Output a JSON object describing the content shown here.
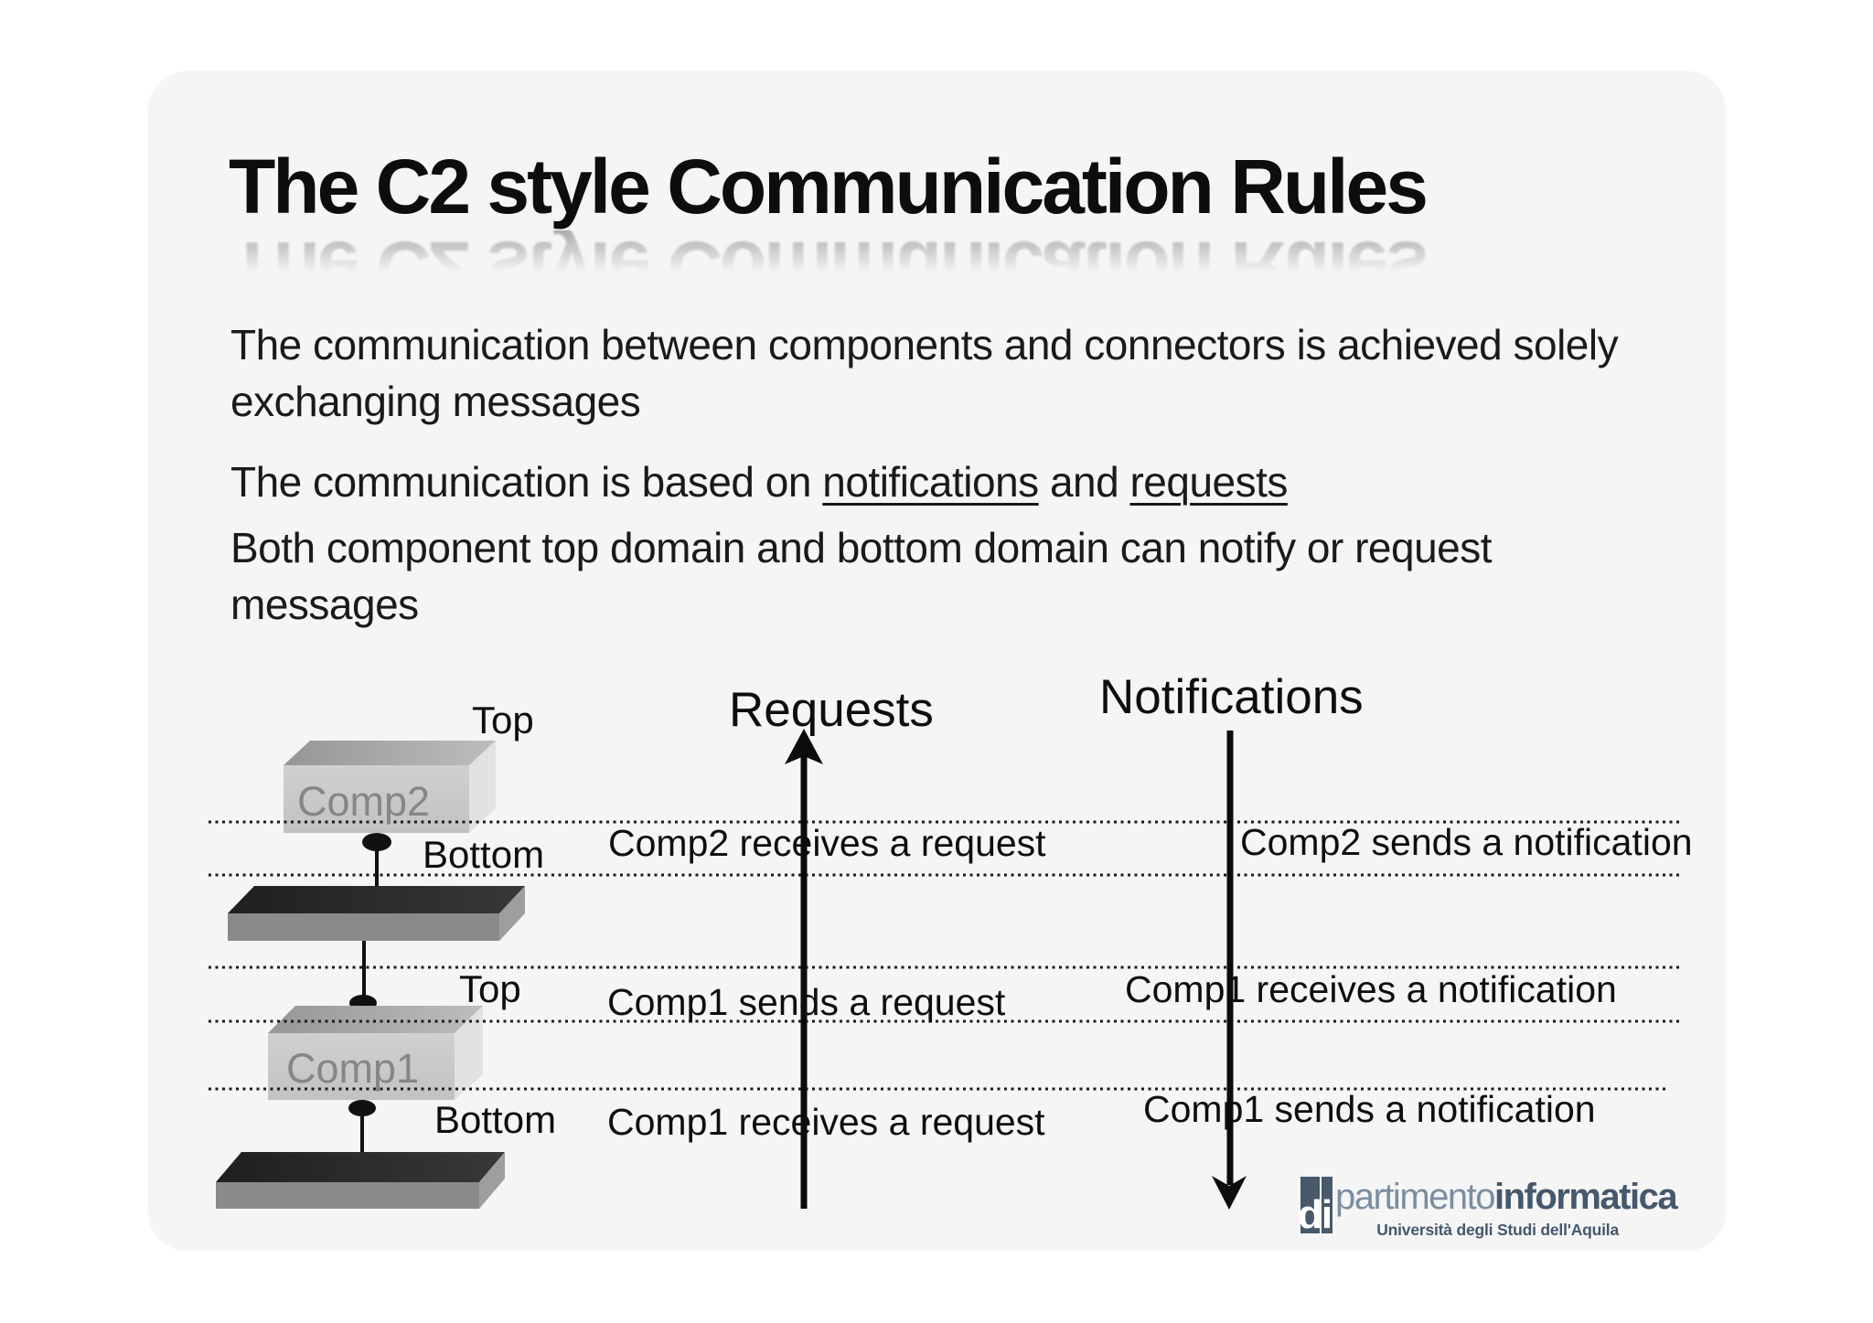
{
  "slide": {
    "title": "The C2 style Communication Rules",
    "paragraph1": "The communication between components and connectors is achieved solely exchanging messages",
    "paragraph2": {
      "prefix": "The communication is based on ",
      "underline1": "notifications",
      "middle": " and ",
      "underline2": "requests"
    },
    "paragraph3": "Both component top domain and bottom domain can notify or request messages"
  },
  "diagram": {
    "comp2_label": "Comp2",
    "comp1_label": "Comp1",
    "comp2_top_label": "Top",
    "comp2_bottom_label": "Bottom",
    "comp1_top_label": "Top",
    "comp1_bottom_label": "Bottom",
    "requests_label": "Requests",
    "notifications_label": "Notifications",
    "rows": [
      {
        "request_text": "Comp2 receives a request",
        "notification_text": "Comp2 sends a notification"
      },
      {
        "request_text": "Comp1 sends a request",
        "notification_text": "Comp1 receives a notification"
      },
      {
        "request_text": "Comp1 receives a request",
        "notification_text": "Comp1 sends a notification"
      }
    ]
  },
  "logo": {
    "box_letter_d": "d",
    "box_letter_i": "i",
    "name_light": "partimento",
    "name_bold": "informatica",
    "subtitle": "Università degli Studi dell'Aquila"
  },
  "colors": {
    "slide_background": "#f5f5f6",
    "text": "#141414",
    "component_front": "#c9c9c9",
    "component_top": "#a8a8a8",
    "component_side": "#e2e2e2",
    "component_label": "#868686",
    "connector_top": "#2b2b2b",
    "connector_front": "#8a8a8a",
    "connector_side": "#9e9e9e",
    "logo_slate": "#47596b",
    "logo_gray": "#7b8da0"
  }
}
